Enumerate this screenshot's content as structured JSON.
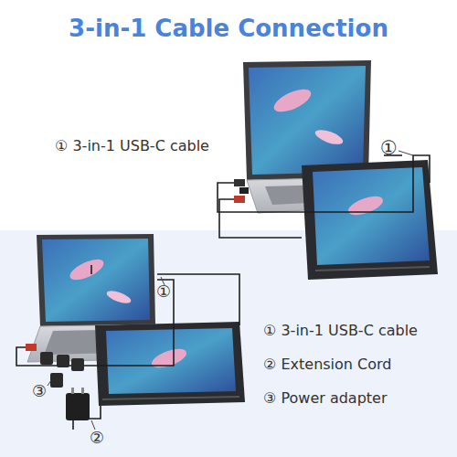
{
  "diagram": {
    "title": "3-in-1 Cable Connection",
    "labels": [
      "① 3-in-1 USB-C cable",
      "①",
      "①",
      "③",
      "②",
      "① 3-in-1 USB-C cable",
      "② Extension Cord",
      "③ Power adapter"
    ]
  }
}
